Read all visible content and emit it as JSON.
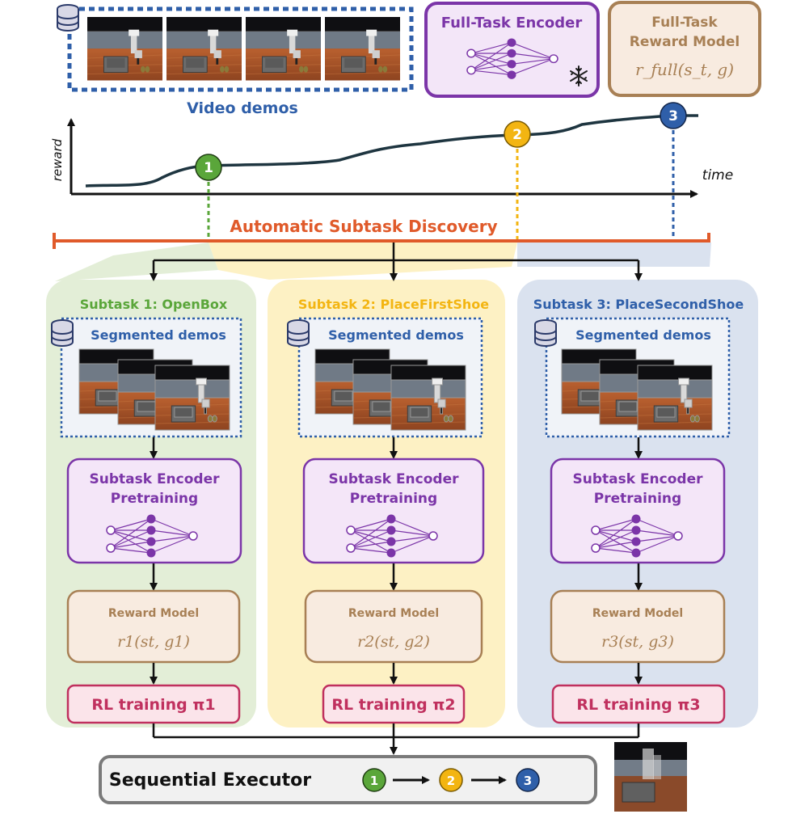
{
  "header": {
    "video_demos_label": "Video demos",
    "full_task_encoder_label": "Full-Task Encoder",
    "reward_model_label_line1": "Full-Task",
    "reward_model_label_line2": "Reward Model",
    "reward_model_formula": "r_full(s_t, g)"
  },
  "timeline": {
    "y_axis_label": "reward",
    "x_axis_label": "time",
    "markers": [
      "1",
      "2",
      "3"
    ],
    "discovery_label": "Automatic Subtask Discovery"
  },
  "subtasks": [
    {
      "title": "Subtask 1: OpenBox",
      "segmented_label": "Segmented demos",
      "encoder_label_line1": "Subtask Encoder",
      "encoder_label_line2": "Pretraining",
      "reward_label": "Reward Model",
      "reward_formula": "r1(st, g1)",
      "rl_label": "RL training π1"
    },
    {
      "title": "Subtask 2: PlaceFirstShoe",
      "segmented_label": "Segmented demos",
      "encoder_label_line1": "Subtask Encoder",
      "encoder_label_line2": "Pretraining",
      "reward_label": "Reward Model",
      "reward_formula": "r2(st, g2)",
      "rl_label": "RL training π2"
    },
    {
      "title": "Subtask 3: PlaceSecondShoe",
      "segmented_label": "Segmented demos",
      "encoder_label_line1": "Subtask Encoder",
      "encoder_label_line2": "Pretraining",
      "reward_label": "Reward Model",
      "reward_formula": "r3(st, g3)",
      "rl_label": "RL training π3"
    }
  ],
  "executor": {
    "label": "Sequential Executor",
    "steps": [
      "1",
      "2",
      "3"
    ]
  },
  "colors": {
    "green": "#5aa63a",
    "yellow": "#f3b512",
    "blue": "#2f5fa9",
    "purple": "#7b35a8",
    "orange_red": "#e05a2a",
    "tan": "#a88055",
    "magenta": "#c0305e"
  }
}
